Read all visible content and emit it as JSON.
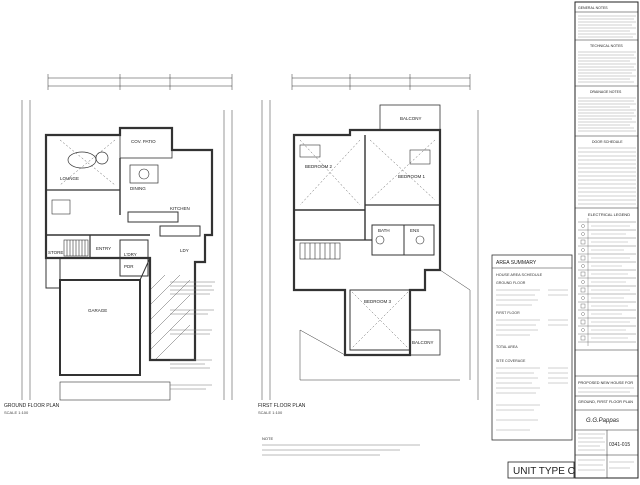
{
  "ground_plan": {
    "title": "GROUND FLOOR PLAN",
    "scale": "SCALE 1:100",
    "rooms": {
      "cov_patio": "COV. PATIO",
      "lounge": "LOUNGE",
      "dining": "DINING",
      "kitchen": "KITCHEN",
      "garage": "GARAGE",
      "store": "STORE",
      "laundry": "L'DRY",
      "pdr": "PDR",
      "entry": "ENTRY",
      "ldy": "LDY"
    }
  },
  "first_plan": {
    "title": "FIRST FLOOR PLAN",
    "scale": "SCALE 1:100",
    "rooms": {
      "bedroom2": "BEDROOM 2",
      "bedroom1": "BEDROOM 1",
      "bedroom3": "BEDROOM 3",
      "balcony_top": "BALCONY",
      "balcony_bottom": "BALCONY",
      "bath": "BATH",
      "ens": "ENS"
    }
  },
  "area_summary": {
    "title": "AREA SUMMARY",
    "schedule_heading": "HOUSE AREA SCHEDULE",
    "ground_floor": "GROUND FLOOR",
    "first_floor": "FIRST FLOOR",
    "total": "TOTAL AREA",
    "site_coverage": "SITE COVERAGE"
  },
  "panel": {
    "notes_heading": "GENERAL NOTES",
    "technical_heading": "TECHNICAL NOTES",
    "drainage_heading": "DRAINAGE NOTES",
    "door_heading": "DOOR SCHEDULE",
    "electrical_heading": "ELECTRICAL LEGEND",
    "project_line1": "PROPOSED NEW HOUSE FOR",
    "project_line2": "GROUND, FIRST FLOOR PLAN",
    "firm": "G.G.Pappas",
    "drawing_no": "0341-015"
  },
  "unit_label": "UNIT TYPE C",
  "notes_bottom": "NOTE"
}
